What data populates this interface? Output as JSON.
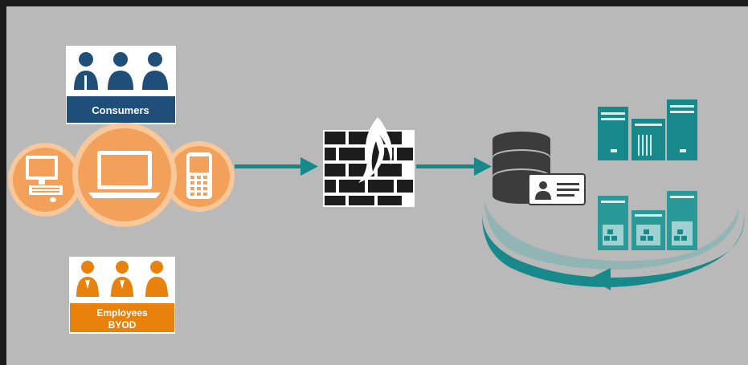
{
  "colors": {
    "frame": "#1a1a1a",
    "background": "#b9b9b9",
    "consumer_blue": "#1f4e79",
    "employee_orange": "#e8820c",
    "device_orange": "#f3a05a",
    "device_ring": "#f8c79a",
    "teal": "#17898a",
    "teal_light": "#2aa3a2",
    "firewall": "#1c1c1c",
    "database": "#3c3c3c"
  },
  "consumers": {
    "label": "Consumers",
    "icon": "people-group-icon"
  },
  "employees": {
    "label_line1": "Employees",
    "label_line2": "BYOD",
    "icon": "people-group-icon"
  },
  "devices": [
    {
      "name": "desktop-computer-icon"
    },
    {
      "name": "laptop-icon"
    },
    {
      "name": "smartphone-icon"
    }
  ],
  "firewall": {
    "icon": "firewall-icon"
  },
  "database": {
    "icon": "database-icon",
    "badge": "id-card-icon"
  },
  "servers": {
    "top": "tower-server-icon",
    "bottom": "storage-server-icon"
  },
  "cycle": {
    "icon": "circular-arrow-icon"
  }
}
